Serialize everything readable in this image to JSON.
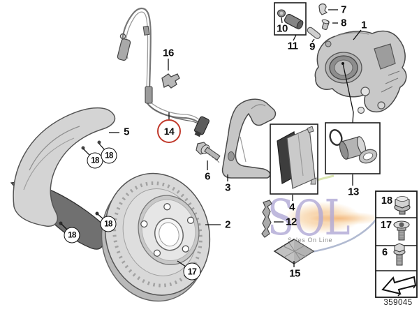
{
  "diagram": {
    "catalog_number": "359045",
    "callouts": {
      "1": "1",
      "2": "2",
      "3": "3",
      "4": "4",
      "5": "5",
      "6": "6",
      "7": "7",
      "8": "8",
      "9": "9",
      "10": "10",
      "11": "11",
      "12": "12",
      "13": "13",
      "14": "14",
      "15": "15",
      "16": "16",
      "17": "17",
      "18": "18"
    },
    "highlight": {
      "circled_red_item": "14",
      "red": "#c0392b"
    },
    "legend": {
      "rows": [
        {
          "num": "18",
          "icon": "flange-bolt-icon"
        },
        {
          "num": "17",
          "icon": "countersunk-screw-icon"
        },
        {
          "num": "6",
          "icon": "hex-bolt-icon"
        }
      ],
      "footer_icon": "direction-arrow-icon"
    },
    "watermark": {
      "letters": [
        "S",
        "O",
        "L"
      ],
      "tagline": "Sales On Line",
      "purple": "#b2aad6",
      "orange": "#f3bd84",
      "swoosh_blue": "#a8b2cc",
      "swoosh_green": "#d6e3a8",
      "tagline_gray": "#8f8f8f"
    }
  }
}
